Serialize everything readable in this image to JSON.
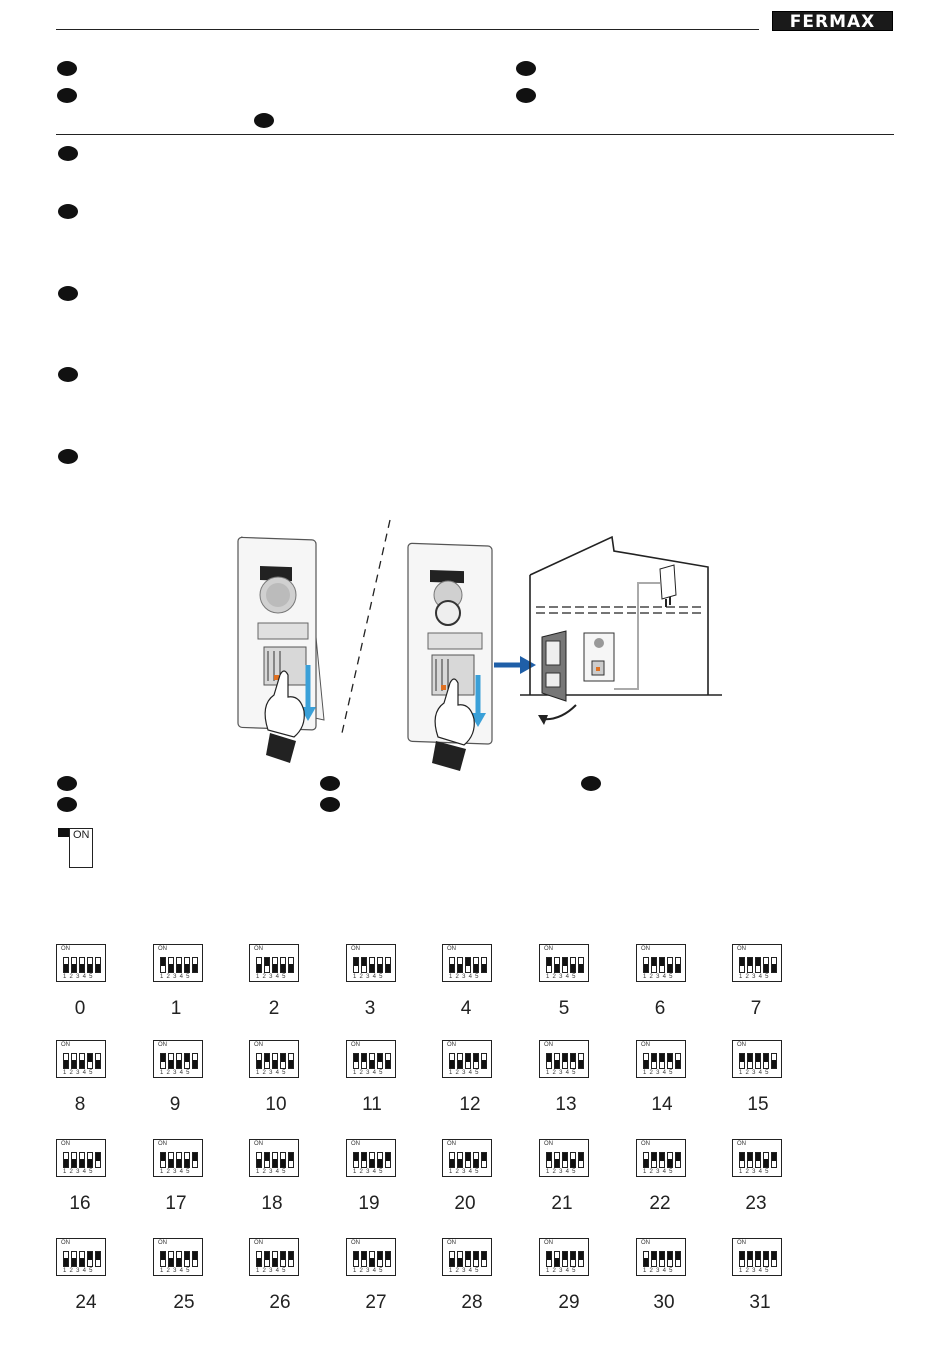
{
  "header": {
    "brand": "FERMAX"
  },
  "legend": {
    "on_label": "ON"
  },
  "dip_label": "ON",
  "dip_numbers": "12345",
  "dip_switches": [
    {
      "label": "0",
      "bits": [
        0,
        0,
        0,
        0,
        0
      ]
    },
    {
      "label": "1",
      "bits": [
        1,
        0,
        0,
        0,
        0
      ]
    },
    {
      "label": "2",
      "bits": [
        0,
        1,
        0,
        0,
        0
      ]
    },
    {
      "label": "3",
      "bits": [
        1,
        1,
        0,
        0,
        0
      ]
    },
    {
      "label": "4",
      "bits": [
        0,
        0,
        1,
        0,
        0
      ]
    },
    {
      "label": "5",
      "bits": [
        1,
        0,
        1,
        0,
        0
      ]
    },
    {
      "label": "6",
      "bits": [
        0,
        1,
        1,
        0,
        0
      ]
    },
    {
      "label": "7",
      "bits": [
        1,
        1,
        1,
        0,
        0
      ]
    },
    {
      "label": "8",
      "bits": [
        0,
        0,
        0,
        1,
        0
      ]
    },
    {
      "label": "9",
      "bits": [
        1,
        0,
        0,
        1,
        0
      ]
    },
    {
      "label": "10",
      "bits": [
        0,
        1,
        0,
        1,
        0
      ]
    },
    {
      "label": "11",
      "bits": [
        1,
        1,
        0,
        1,
        0
      ]
    },
    {
      "label": "12",
      "bits": [
        0,
        0,
        1,
        1,
        0
      ]
    },
    {
      "label": "13",
      "bits": [
        1,
        0,
        1,
        1,
        0
      ]
    },
    {
      "label": "14",
      "bits": [
        0,
        1,
        1,
        1,
        0
      ]
    },
    {
      "label": "15",
      "bits": [
        1,
        1,
        1,
        1,
        0
      ]
    },
    {
      "label": "16",
      "bits": [
        0,
        0,
        0,
        0,
        1
      ]
    },
    {
      "label": "17",
      "bits": [
        1,
        0,
        0,
        0,
        1
      ]
    },
    {
      "label": "18",
      "bits": [
        0,
        1,
        0,
        0,
        1
      ]
    },
    {
      "label": "19",
      "bits": [
        1,
        1,
        0,
        0,
        1
      ]
    },
    {
      "label": "20",
      "bits": [
        0,
        0,
        1,
        0,
        1
      ]
    },
    {
      "label": "21",
      "bits": [
        1,
        0,
        1,
        0,
        1
      ]
    },
    {
      "label": "22",
      "bits": [
        0,
        1,
        1,
        0,
        1
      ]
    },
    {
      "label": "23",
      "bits": [
        1,
        1,
        1,
        0,
        1
      ]
    },
    {
      "label": "24",
      "bits": [
        0,
        0,
        0,
        1,
        1
      ]
    },
    {
      "label": "25",
      "bits": [
        1,
        0,
        0,
        1,
        1
      ]
    },
    {
      "label": "26",
      "bits": [
        0,
        1,
        0,
        1,
        1
      ]
    },
    {
      "label": "27",
      "bits": [
        1,
        1,
        0,
        1,
        1
      ]
    },
    {
      "label": "28",
      "bits": [
        0,
        0,
        1,
        1,
        1
      ]
    },
    {
      "label": "29",
      "bits": [
        1,
        0,
        1,
        1,
        1
      ]
    },
    {
      "label": "30",
      "bits": [
        0,
        1,
        1,
        1,
        1
      ]
    },
    {
      "label": "31",
      "bits": [
        1,
        1,
        1,
        1,
        1
      ]
    }
  ],
  "colors": {
    "arrow_blue": "#1f5fa8",
    "press_arrow": "#3aa0d8",
    "ink": "#111111"
  }
}
